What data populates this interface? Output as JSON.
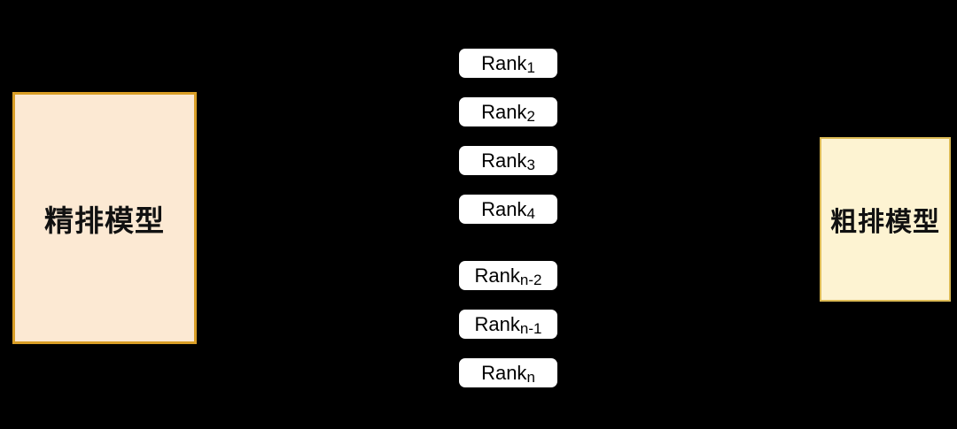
{
  "canvas": {
    "background": "#000000"
  },
  "left_box": {
    "label": "精排模型",
    "fill": "#fce9d3",
    "border": "#d99e26"
  },
  "right_box": {
    "label": "粗排模型",
    "fill": "#fdf3d2",
    "border": "#dcba55"
  },
  "rank_list": {
    "box_fill": "#ffffff",
    "text_color": "#000000",
    "items": [
      {
        "base": "Rank",
        "sub": "1",
        "gap_before": false
      },
      {
        "base": "Rank",
        "sub": "2",
        "gap_before": false
      },
      {
        "base": "Rank",
        "sub": "3",
        "gap_before": false
      },
      {
        "base": "Rank",
        "sub": "4",
        "gap_before": false
      },
      {
        "base": "Rank",
        "sub": "n-2",
        "gap_before": true
      },
      {
        "base": "Rank",
        "sub": "n-1",
        "gap_before": false
      },
      {
        "base": "Rank",
        "sub": "n",
        "gap_before": false
      }
    ]
  }
}
